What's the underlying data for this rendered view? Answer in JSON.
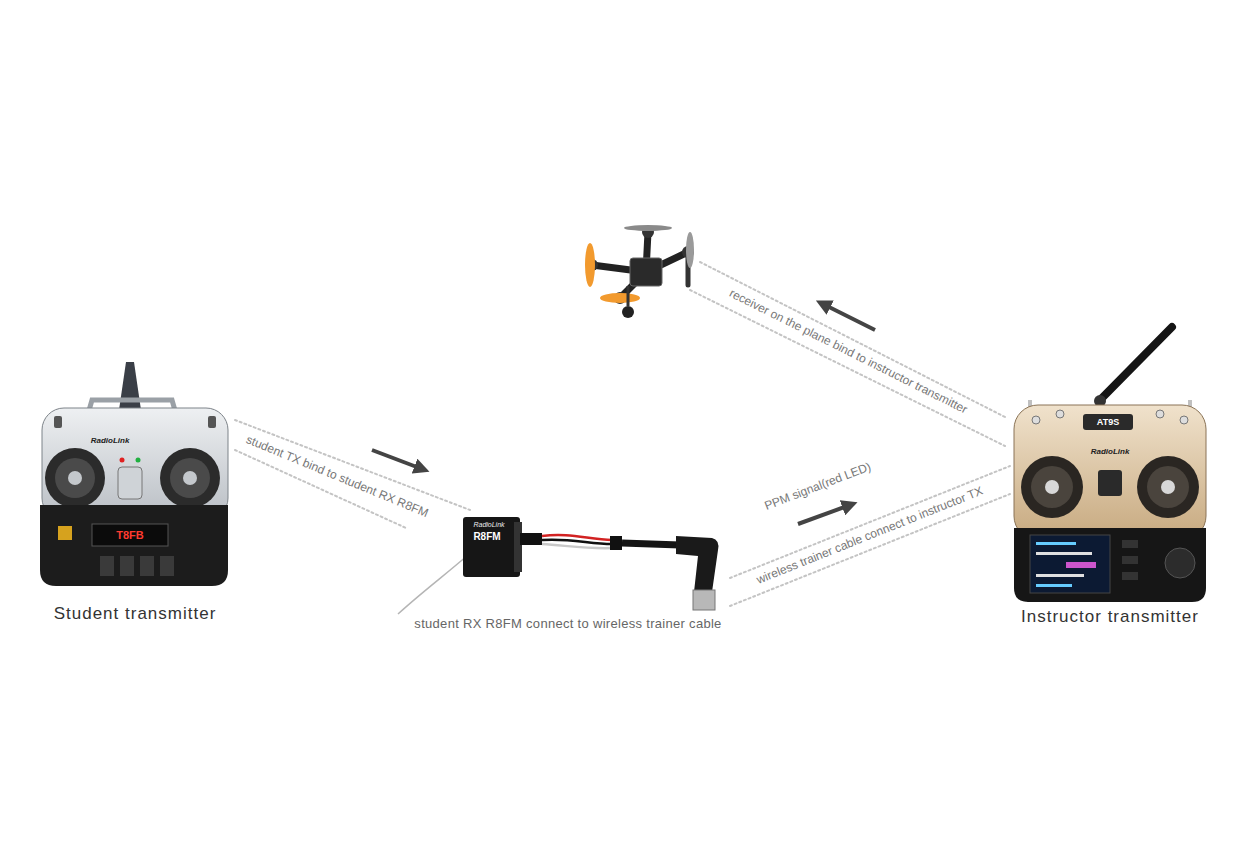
{
  "diagram": {
    "nodes": [
      {
        "text": [
          "Student transmitter"
        ]
      },
      {
        "text": [
          "student RX R8FM connect to wireless trainer cable"
        ]
      },
      {
        "text": [
          "Instructor transmitter"
        ]
      }
    ],
    "edges": [
      {
        "from": 0,
        "to": 1,
        "arrow": "none",
        "label": "student TX bind to student RX R8FM"
      },
      {
        "from": 1,
        "to": 2,
        "arrow": "none",
        "label": "wireless trainer cable connect to instructor TX"
      }
    ],
    "labels": [
      "receiver on the plane bind to instructor transmitter",
      "PPM signal(red LED)",
      "RadioLink",
      "T8FB",
      "RadioLink",
      "R8FM",
      "RadioLink",
      "AT9S"
    ]
  }
}
